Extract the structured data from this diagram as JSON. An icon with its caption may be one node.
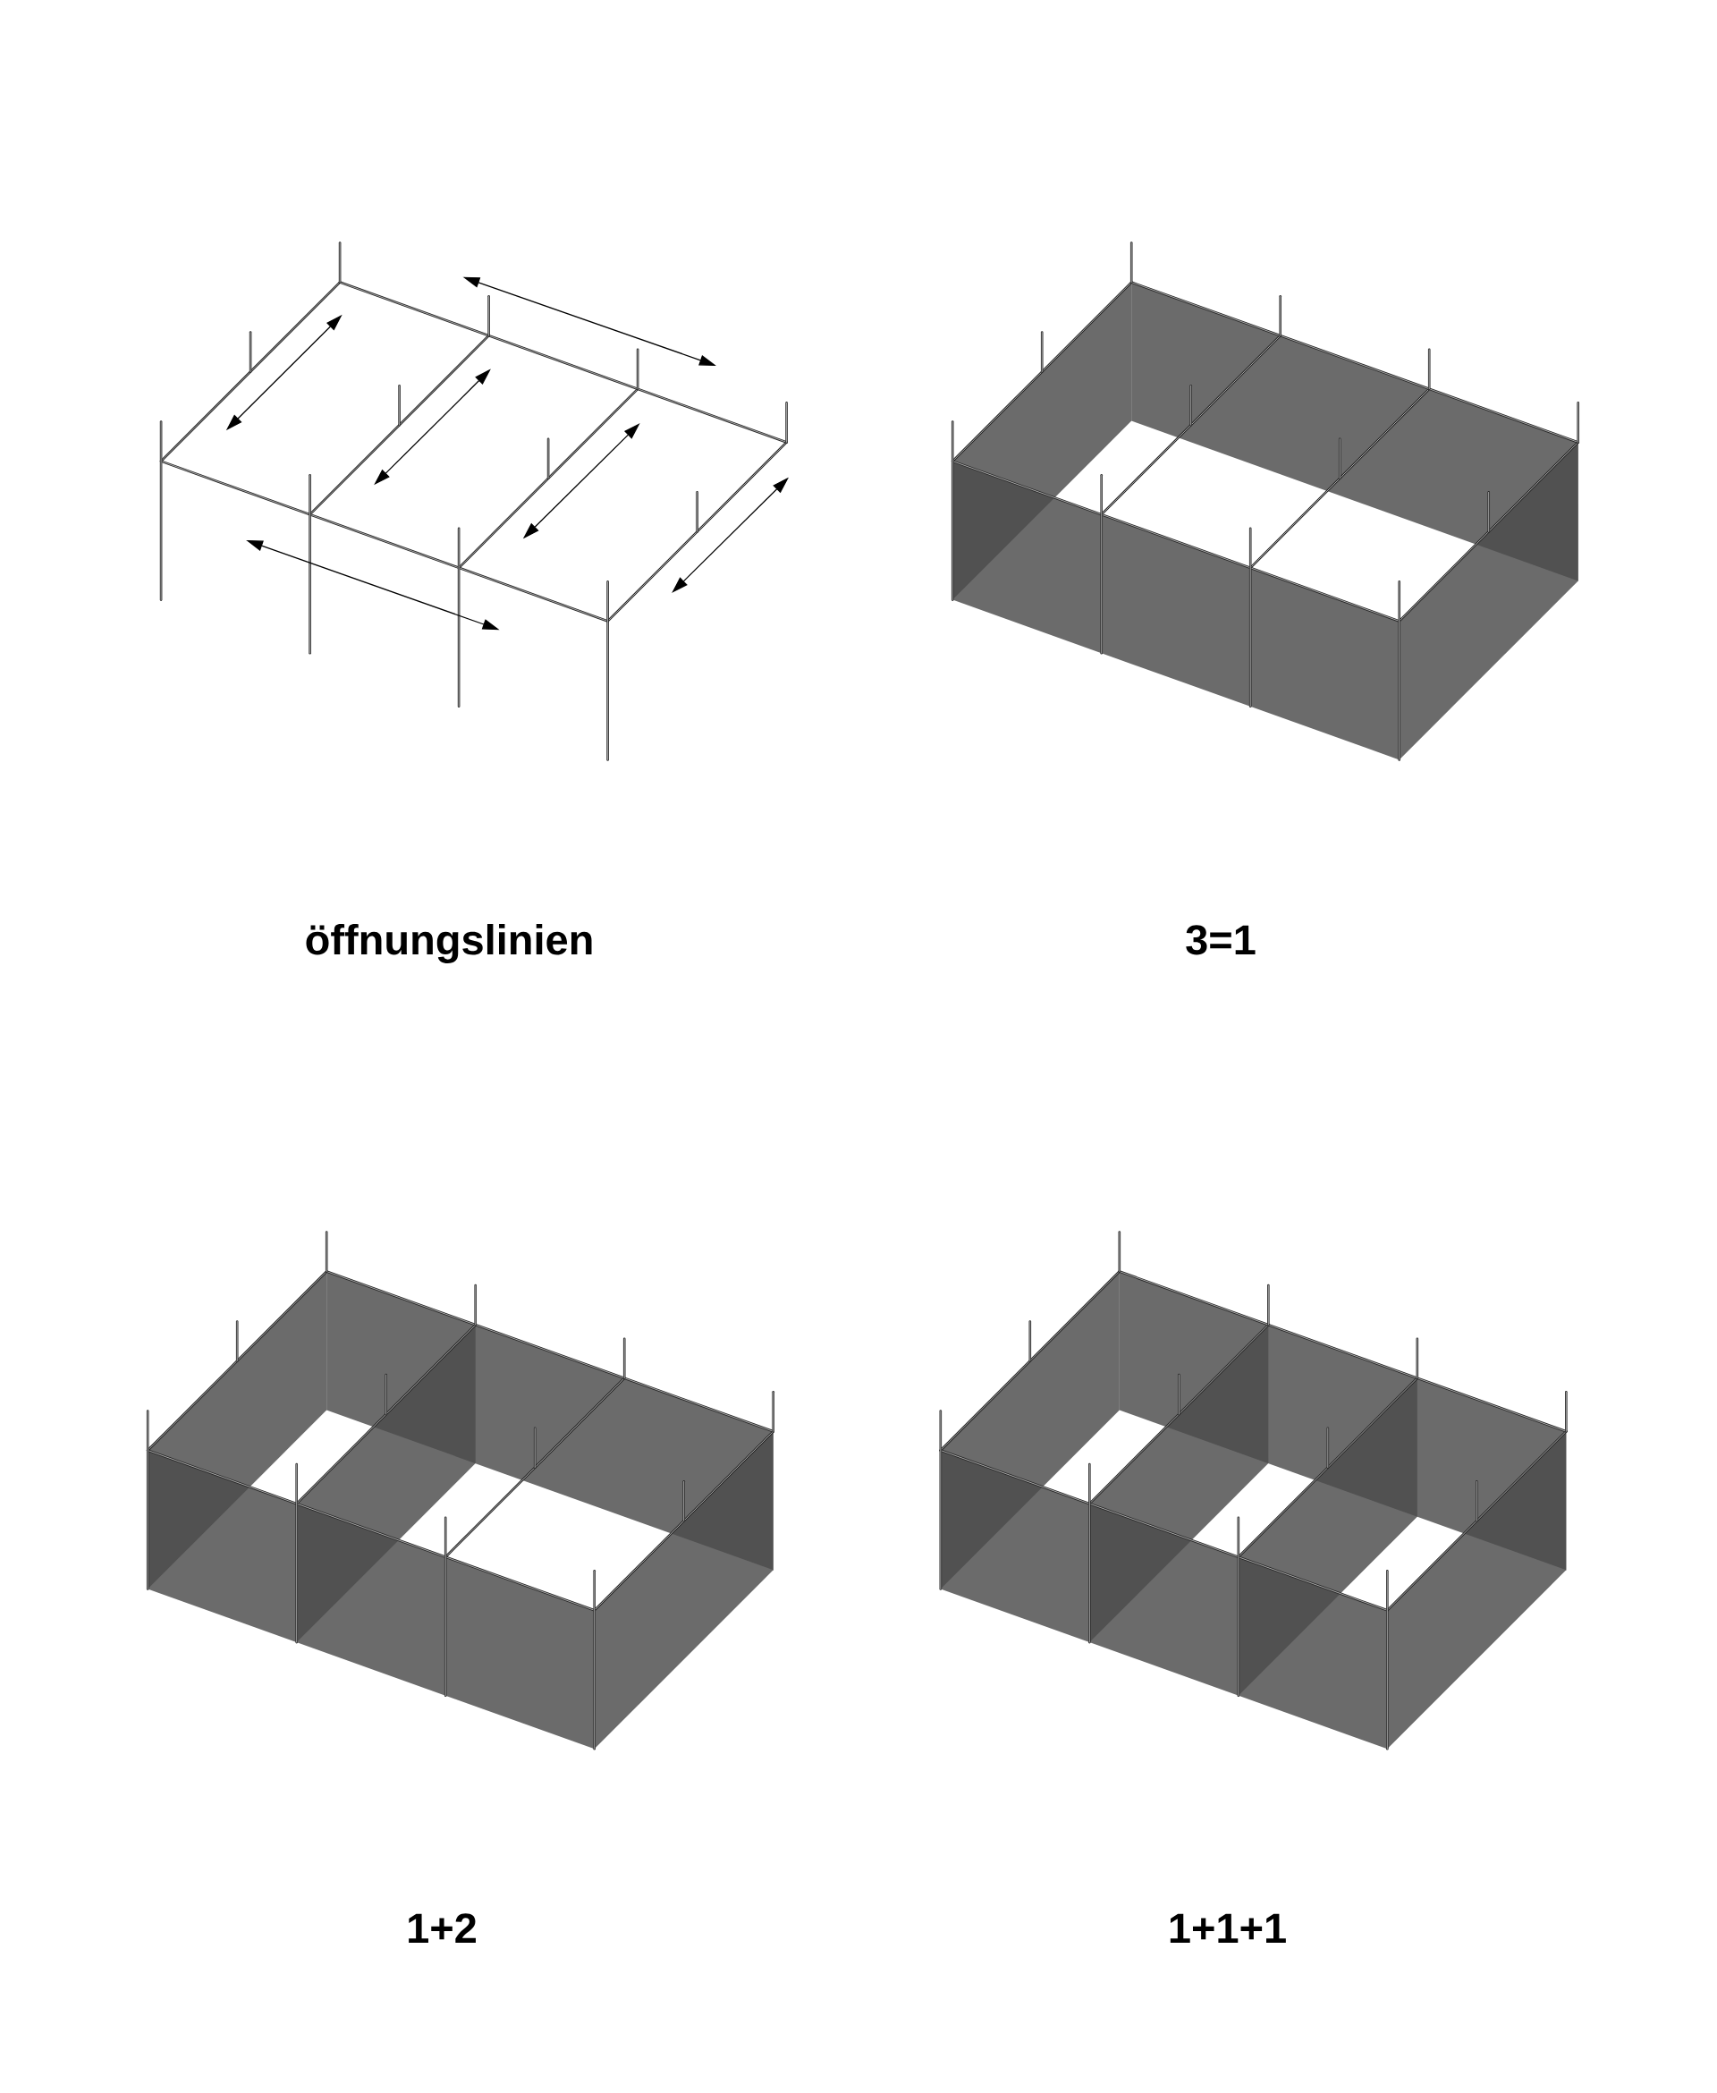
{
  "diagram": {
    "labels": [
      "öffnungslinien",
      "3=1",
      "1+2",
      "1+1+1"
    ]
  }
}
